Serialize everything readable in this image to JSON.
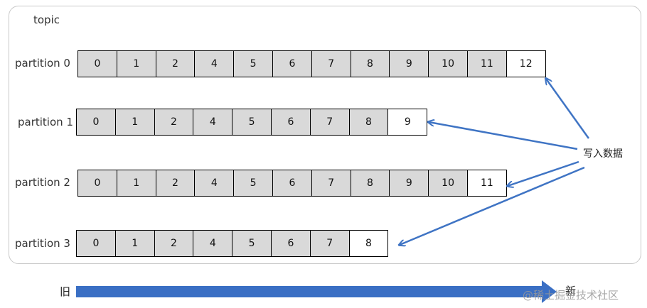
{
  "topic_label": "topic",
  "partitions": [
    {
      "label": "partition 0",
      "offsets": [
        "0",
        "1",
        "2",
        "4",
        "5",
        "6",
        "7",
        "8",
        "9",
        "10",
        "11",
        "12"
      ]
    },
    {
      "label": "partition 1",
      "offsets": [
        "0",
        "1",
        "2",
        "4",
        "5",
        "6",
        "7",
        "8",
        "9"
      ]
    },
    {
      "label": "partition 2",
      "offsets": [
        "0",
        "1",
        "2",
        "4",
        "5",
        "6",
        "7",
        "8",
        "9",
        "10",
        "11"
      ]
    },
    {
      "label": "partition 3",
      "offsets": [
        "0",
        "1",
        "2",
        "4",
        "5",
        "6",
        "7",
        "8"
      ]
    }
  ],
  "write_label": "写入数据",
  "timeline": {
    "old_label": "旧",
    "new_label": "新"
  },
  "watermark": "@稀土掘金技术社区",
  "colors": {
    "arrow": "#3f74c4",
    "old_cell": "#d9d9d9",
    "new_cell": "#ffffff",
    "timeline": "#3a6fc4"
  }
}
